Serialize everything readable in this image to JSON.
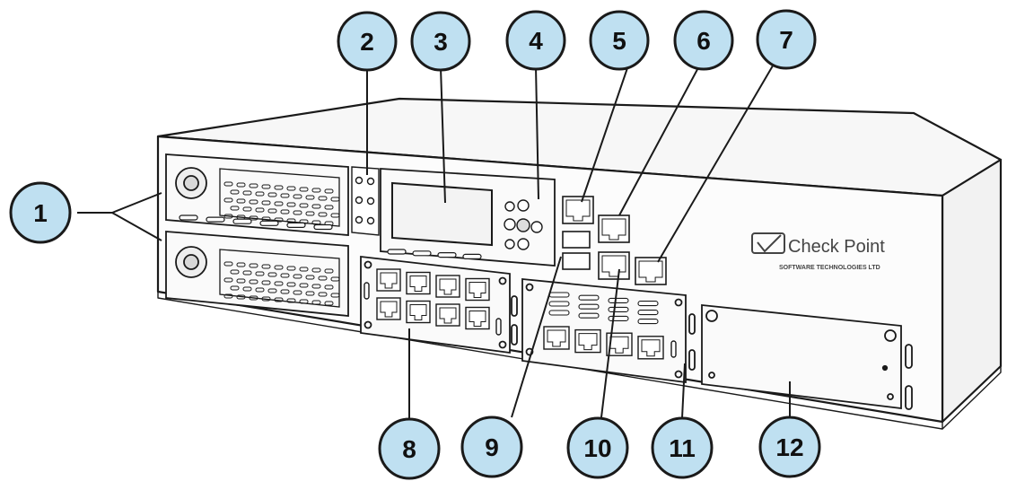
{
  "brand": {
    "name": "Check Point",
    "tagline": "SOFTWARE TECHNOLOGIES LTD"
  },
  "callouts": [
    {
      "id": "1",
      "label": "1"
    },
    {
      "id": "2",
      "label": "2"
    },
    {
      "id": "3",
      "label": "3"
    },
    {
      "id": "4",
      "label": "4"
    },
    {
      "id": "5",
      "label": "5"
    },
    {
      "id": "6",
      "label": "6"
    },
    {
      "id": "7",
      "label": "7"
    },
    {
      "id": "8",
      "label": "8"
    },
    {
      "id": "9",
      "label": "9"
    },
    {
      "id": "10",
      "label": "10"
    },
    {
      "id": "11",
      "label": "11"
    },
    {
      "id": "12",
      "label": "12"
    }
  ],
  "colors": {
    "callout_fill": "#bfe0f1",
    "outline": "#1a1a1a",
    "chassis_fill": "#fbfbfb",
    "brand_text": "#444444"
  },
  "icons": {
    "brand_logo": "check-point-logo-icon"
  }
}
